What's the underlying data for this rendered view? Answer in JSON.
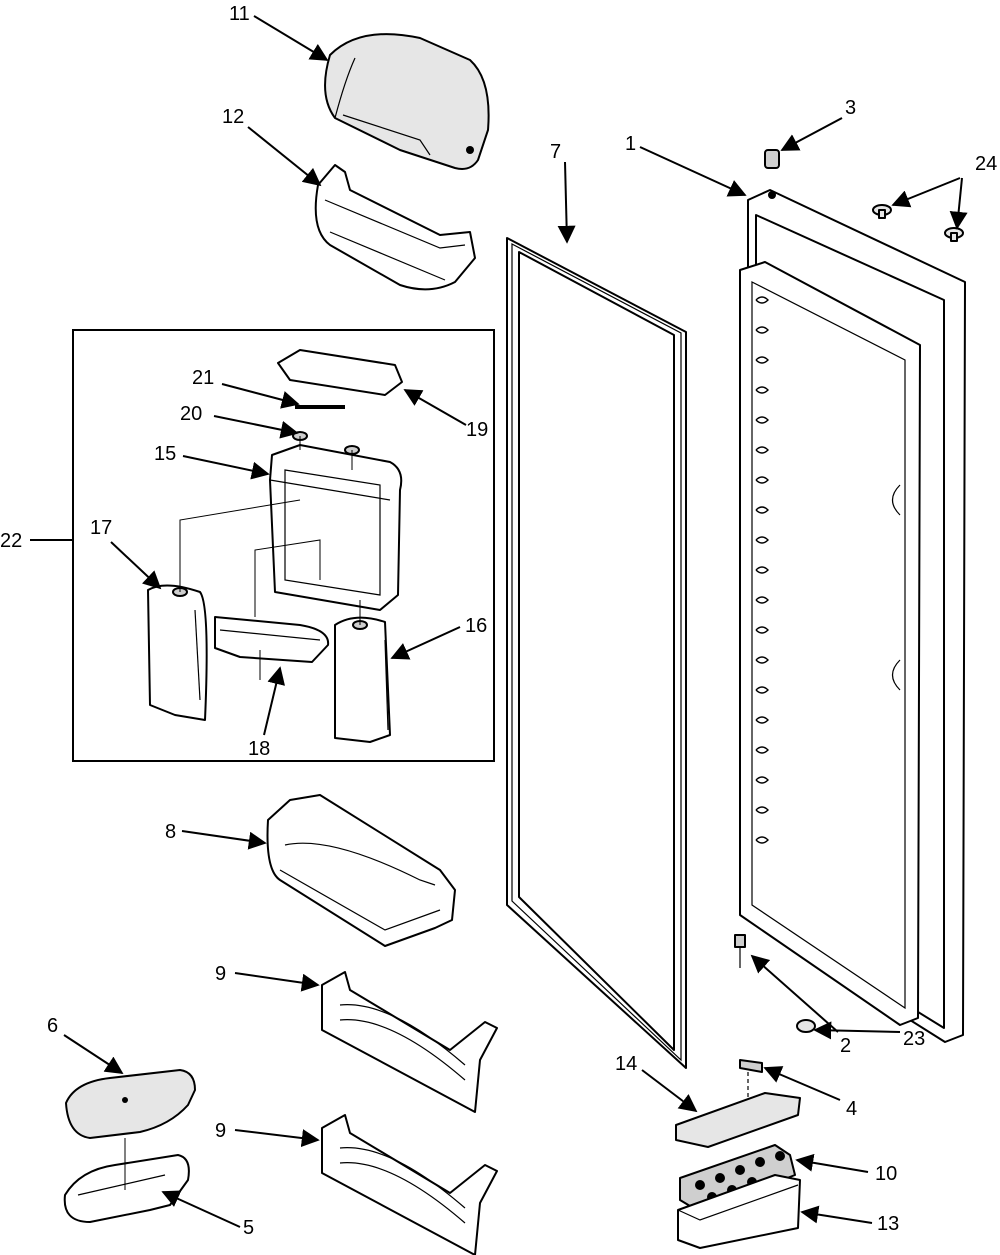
{
  "callouts": [
    "1",
    "2",
    "3",
    "4",
    "5",
    "6",
    "7",
    "8",
    "9",
    "9",
    "10",
    "11",
    "12",
    "13",
    "14",
    "15",
    "16",
    "17",
    "18",
    "19",
    "20",
    "21",
    "22",
    "23",
    "24"
  ]
}
